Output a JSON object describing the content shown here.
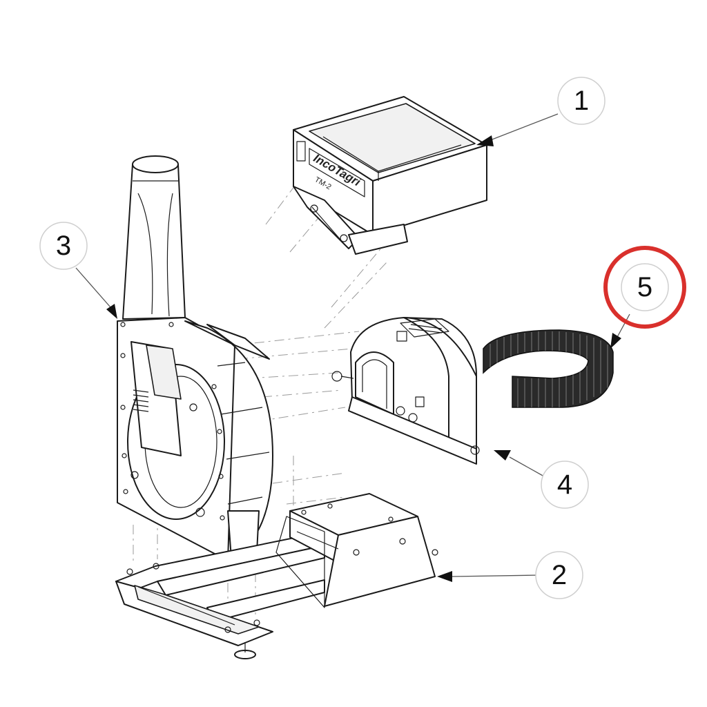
{
  "callouts": {
    "c1": "1",
    "c2": "2",
    "c3": "3",
    "c4": "4",
    "c5": "5"
  },
  "highlight": {
    "target": "5",
    "color": "#d9302c"
  },
  "hopper_labels": {
    "brand": "IncoTagri",
    "model": "TM-2"
  },
  "colors": {
    "line": "#1a1a1a",
    "callout_border": "#cfcfcf",
    "highlight_ring": "#d9302c"
  }
}
